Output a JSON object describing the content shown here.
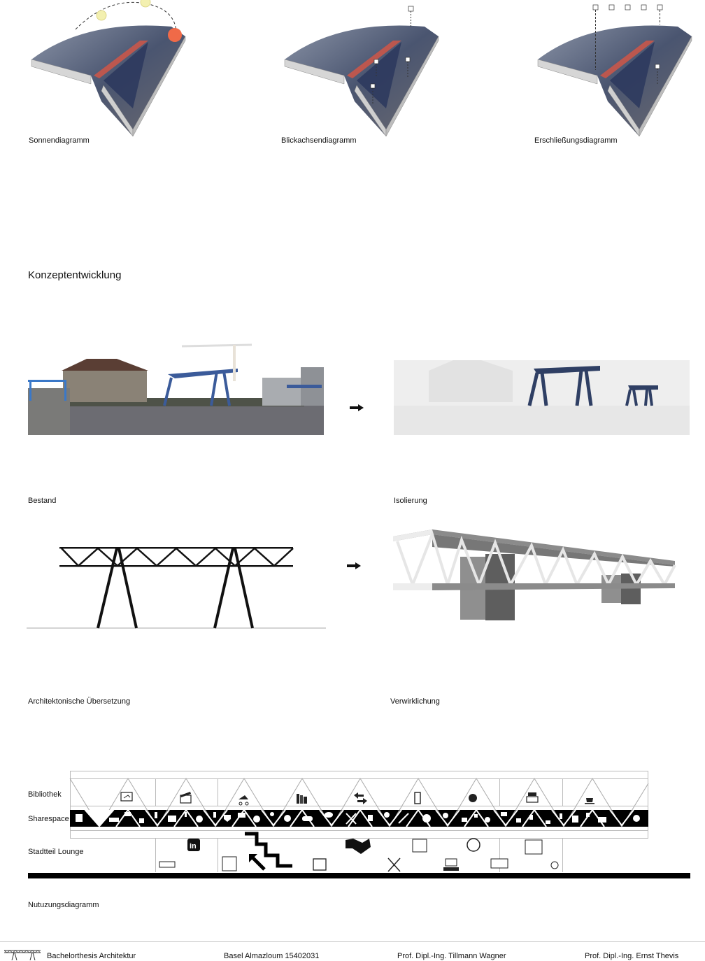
{
  "site_diagrams": [
    {
      "label": "Sonnendiagramm"
    },
    {
      "label": "Blickachsendiagramm"
    },
    {
      "label": "Erschließungsdiagramm"
    }
  ],
  "section": {
    "title": "Konzeptentwicklung"
  },
  "concept": {
    "bestand": "Bestand",
    "isolierung": "Isolierung",
    "uebersetzung": "Architektonische Übersetzung",
    "verwirklichung": "Verwirklichung"
  },
  "usage": {
    "rows": [
      "Bibliothek",
      "Sharespace",
      "Stadtteil Lounge"
    ],
    "caption": "Nutuzungsdiagramm",
    "bibliothek_icons": [
      "map-board-icon",
      "clapperboard-icon",
      "stroller-icon",
      "books-icon",
      "exchange-arrows-icon",
      "bookshelf-icon",
      "vr-headset-icon",
      "printer-stack-icon",
      "coffee-cup-icon"
    ],
    "sharespace_icons": [
      "workstation-icon",
      "mail-icon",
      "3d-glasses-icon",
      "drone-icon",
      "music-file-icon",
      "door-icon",
      "3d-printer-icon",
      "remote-icon",
      "gear-icon",
      "microphone-icon",
      "shield-check-icon",
      "printer-icon",
      "group-icon",
      "pin-icon",
      "coins-icon",
      "gamepad-icon",
      "chat-bubble-icon",
      "tools-icon",
      "hand-icon",
      "share-icon",
      "caliper-icon",
      "meeting-icon",
      "globe-icon",
      "podium-icon",
      "robot-arm-icon",
      "head-gear-icon",
      "hourglass-icon",
      "laptop-icon",
      "phone-icon",
      "monitor-icon",
      "usb-icon",
      "recycle-bin-icon",
      "coffee-machine-icon",
      "briefcase-icon",
      "cloud-upload-icon"
    ],
    "lounge_icons": [
      "exit-sign-icon",
      "linkedin-icon",
      "meeting-table-icon",
      "stairs-up-icon",
      "puzzle-icon",
      "handshake-icon",
      "cutlery-icon",
      "bottles-icon",
      "presentation-icon",
      "headset-icon",
      "news-icon",
      "elevator-icon",
      "pet-care-icon"
    ]
  },
  "footer": {
    "thesis": "Bachelorthesis Architektur",
    "student": "Basel Almazloum 15402031",
    "prof1": "Prof. Dipl.-Ing. Tillmann Wagner",
    "prof2": "Prof. Dipl.-Ing. Ernst Thevis"
  }
}
